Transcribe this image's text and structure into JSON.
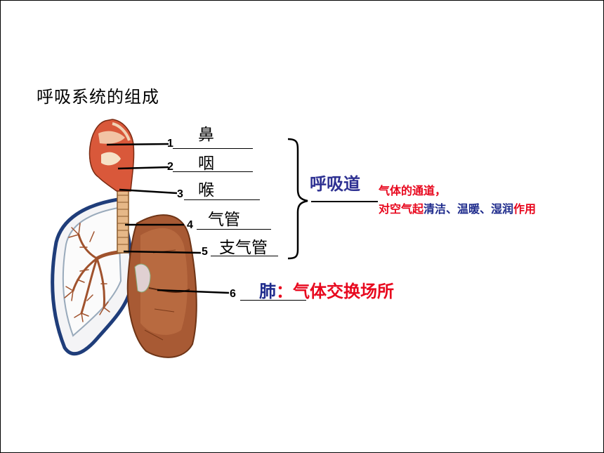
{
  "title": "呼吸系统的组成",
  "parts": [
    {
      "num": "1",
      "answer": "鼻"
    },
    {
      "num": "2",
      "answer": "咽"
    },
    {
      "num": "3",
      "answer": "喉"
    },
    {
      "num": "4",
      "answer": "气管"
    },
    {
      "num": "5",
      "answer": "支气管"
    },
    {
      "num": "6",
      "answer": ""
    }
  ],
  "airway": {
    "label": "呼吸道",
    "function_line1": "气体的通道，",
    "function_line2_a": "对空气起",
    "function_line2_b": "清洁、温暖、湿润",
    "function_line2_c": "作用"
  },
  "lung": {
    "label_a": "肺",
    "label_b": "：气体交换场所"
  },
  "colors": {
    "airway_label": "#2e3192",
    "red_text": "#e8081e",
    "blue_text": "#1e2b8c"
  }
}
